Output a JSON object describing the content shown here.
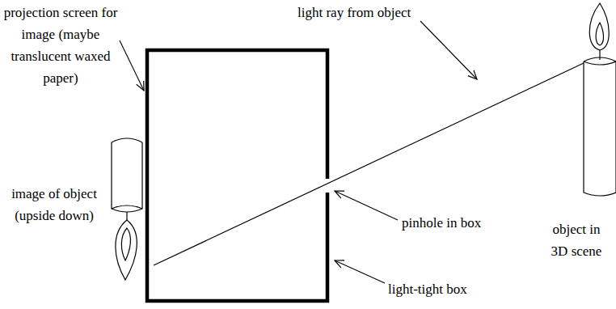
{
  "diagram": {
    "labels": [
      "projection screen for image (maybe translucent waxed paper)",
      "light ray from object",
      "image of object (upside down)",
      "pinhole in box",
      "light-tight box",
      "object in 3D scene"
    ]
  }
}
